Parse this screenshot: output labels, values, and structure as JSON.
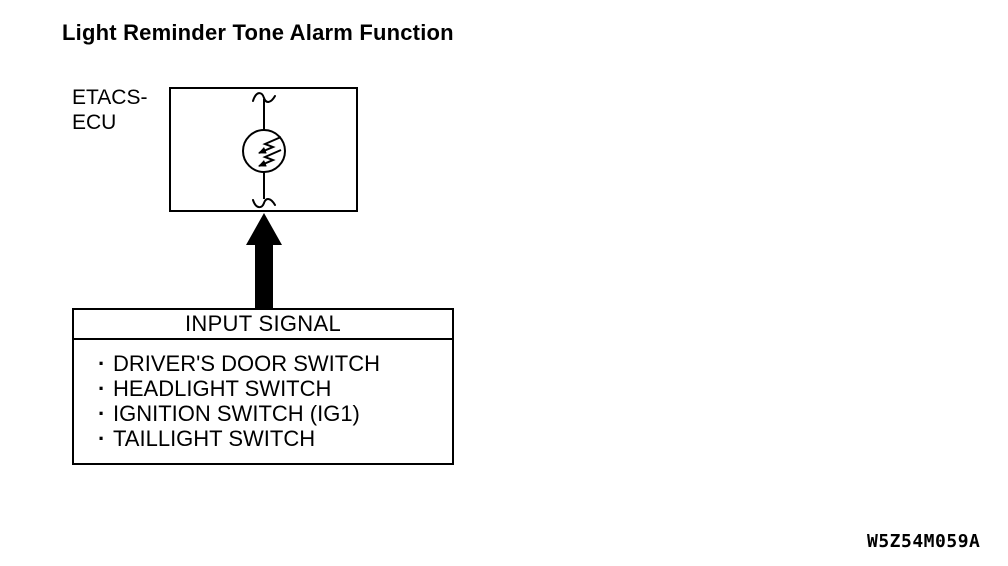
{
  "page": {
    "title": "Light Reminder Tone Alarm Function",
    "figure_code": "W5Z54M059A"
  },
  "ecu": {
    "label_line1": "ETACS-",
    "label_line2": "ECU",
    "symbol": "tone-alarm-buzzer-icon"
  },
  "input_signal_box": {
    "header": "INPUT SIGNAL",
    "bullet": "·",
    "items": [
      "DRIVER'S DOOR SWITCH",
      "HEADLIGHT SWITCH",
      "IGNITION SWITCH (IG1)",
      "TAILLIGHT SWITCH"
    ]
  },
  "colors": {
    "foreground": "#000000",
    "background": "#ffffff"
  }
}
